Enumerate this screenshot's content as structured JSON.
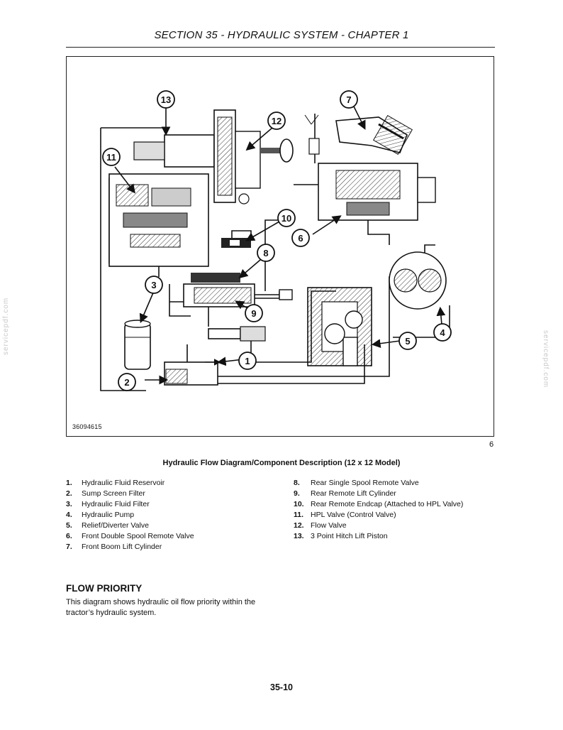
{
  "header": {
    "title": "SECTION 35 - HYDRAULIC SYSTEM - CHAPTER 1"
  },
  "figure": {
    "code": "36094615",
    "number": "6",
    "callouts": [
      "1",
      "2",
      "3",
      "4",
      "5",
      "6",
      "7",
      "8",
      "9",
      "10",
      "11",
      "12",
      "13"
    ],
    "caption": "Hydraulic Flow Diagram/Component Description (12 x 12 Model)"
  },
  "components_left": [
    {
      "num": "1.",
      "text": "Hydraulic Fluid Reservoir"
    },
    {
      "num": "2.",
      "text": "Sump Screen Filter"
    },
    {
      "num": "3.",
      "text": "Hydraulic Fluid Filter"
    },
    {
      "num": "4.",
      "text": "Hydraulic Pump"
    },
    {
      "num": "5.",
      "text": "Relief/Diverter Valve"
    },
    {
      "num": "6.",
      "text": "Front Double Spool Remote Valve"
    },
    {
      "num": "7.",
      "text": "Front Boom Lift Cylinder"
    }
  ],
  "components_right": [
    {
      "num": "8.",
      "text": "Rear Single Spool Remote Valve"
    },
    {
      "num": "9.",
      "text": "Rear Remote Lift Cylinder"
    },
    {
      "num": "10.",
      "text": "Rear Remote Endcap (Attached to HPL Valve)"
    },
    {
      "num": "11.",
      "text": "HPL Valve (Control Valve)"
    },
    {
      "num": "12.",
      "text": "Flow Valve"
    },
    {
      "num": "13.",
      "text": "3 Point Hitch Lift Piston"
    }
  ],
  "flow_priority": {
    "heading": "FLOW PRIORITY",
    "body": "This diagram shows hydraulic oil flow priority within the tractor’s hydraulic system."
  },
  "page_number": "35-10",
  "watermark": "servicepdf.com"
}
